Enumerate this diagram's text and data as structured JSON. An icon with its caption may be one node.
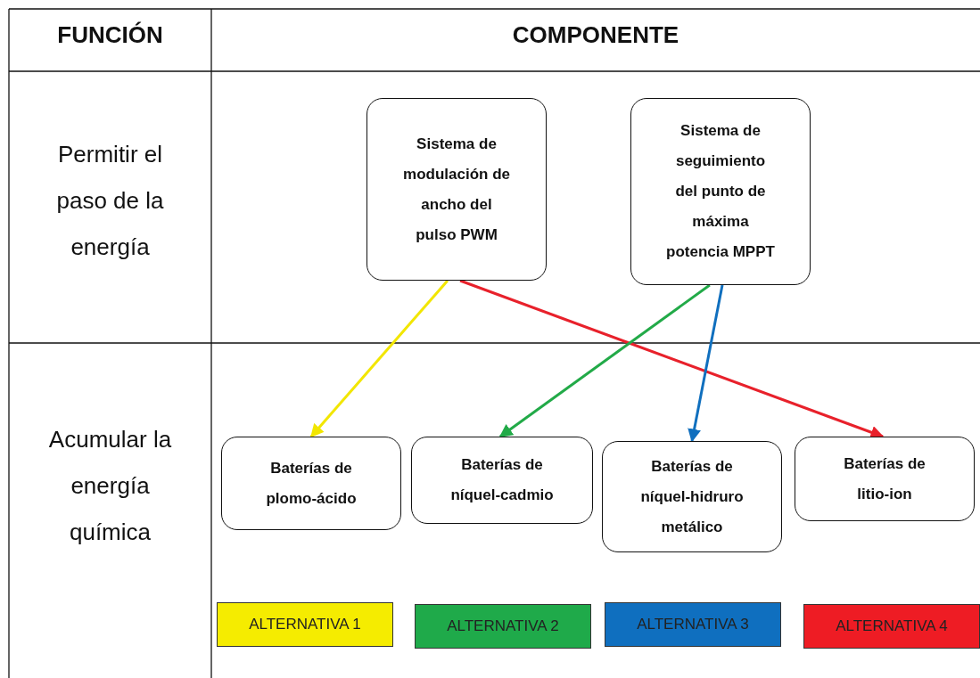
{
  "diagram": {
    "nodes": [
      {
        "text": [
          "Sistema de modulación de ancho del pulso PWM"
        ]
      },
      {
        "text": [
          "Sistema de seguimiento del punto de máxima potencia MPPT"
        ]
      },
      {
        "text": [
          "Baterías de plomo-ácido"
        ]
      },
      {
        "text": [
          "Baterías de níquel-cadmio"
        ]
      },
      {
        "text": [
          "Baterías de níquel-hidruro metálico"
        ]
      },
      {
        "text": [
          "Baterías de litio-ion"
        ]
      }
    ],
    "edges": [
      {
        "from": 0,
        "to": 2,
        "arrow": "to",
        "color": "#f2e600"
      },
      {
        "from": 0,
        "to": 5,
        "arrow": "to",
        "color": "#e8212b"
      },
      {
        "from": 1,
        "to": 3,
        "arrow": "to",
        "color": "#22aa48"
      },
      {
        "from": 1,
        "to": 4,
        "arrow": "to",
        "color": "#106fbe"
      }
    ],
    "labels": [
      "FUNCIÓN",
      "COMPONENTE",
      "Permitir el paso de la energía",
      "Acumular la energía química"
    ],
    "legend": [
      {
        "text": "ALTERNATIVA 1",
        "color": "#f5ec00"
      },
      {
        "text": "ALTERNATIVA 2",
        "color": "#1faa4a"
      },
      {
        "text": "ALTERNATIVA 3",
        "color": "#0f6fbf"
      },
      {
        "text": "ALTERNATIVA 4",
        "color": "#ee1c24"
      }
    ]
  }
}
